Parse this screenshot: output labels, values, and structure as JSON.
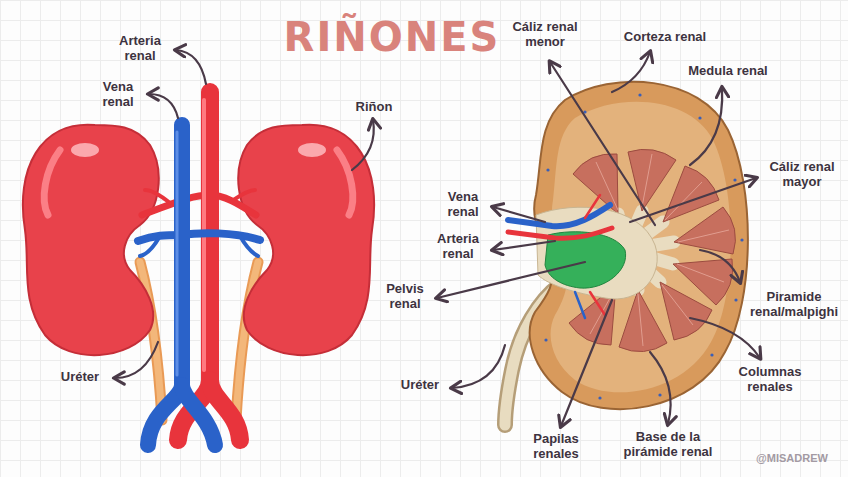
{
  "diagram": {
    "title": "RIÑONES",
    "labels": [
      "Arteria renal",
      "Vena renal",
      "Riñon",
      "Uréter",
      "Cáliz renal menor",
      "Corteza renal",
      "Medula renal",
      "Cáliz renal mayor",
      "Vena renal",
      "Arteria renal",
      "Pelvis renal",
      "Piramide renal/malpighi",
      "Uréter",
      "Columnas renales",
      "Papilas renales",
      "Base de la pirámide renal",
      "@MISADREW"
    ]
  }
}
